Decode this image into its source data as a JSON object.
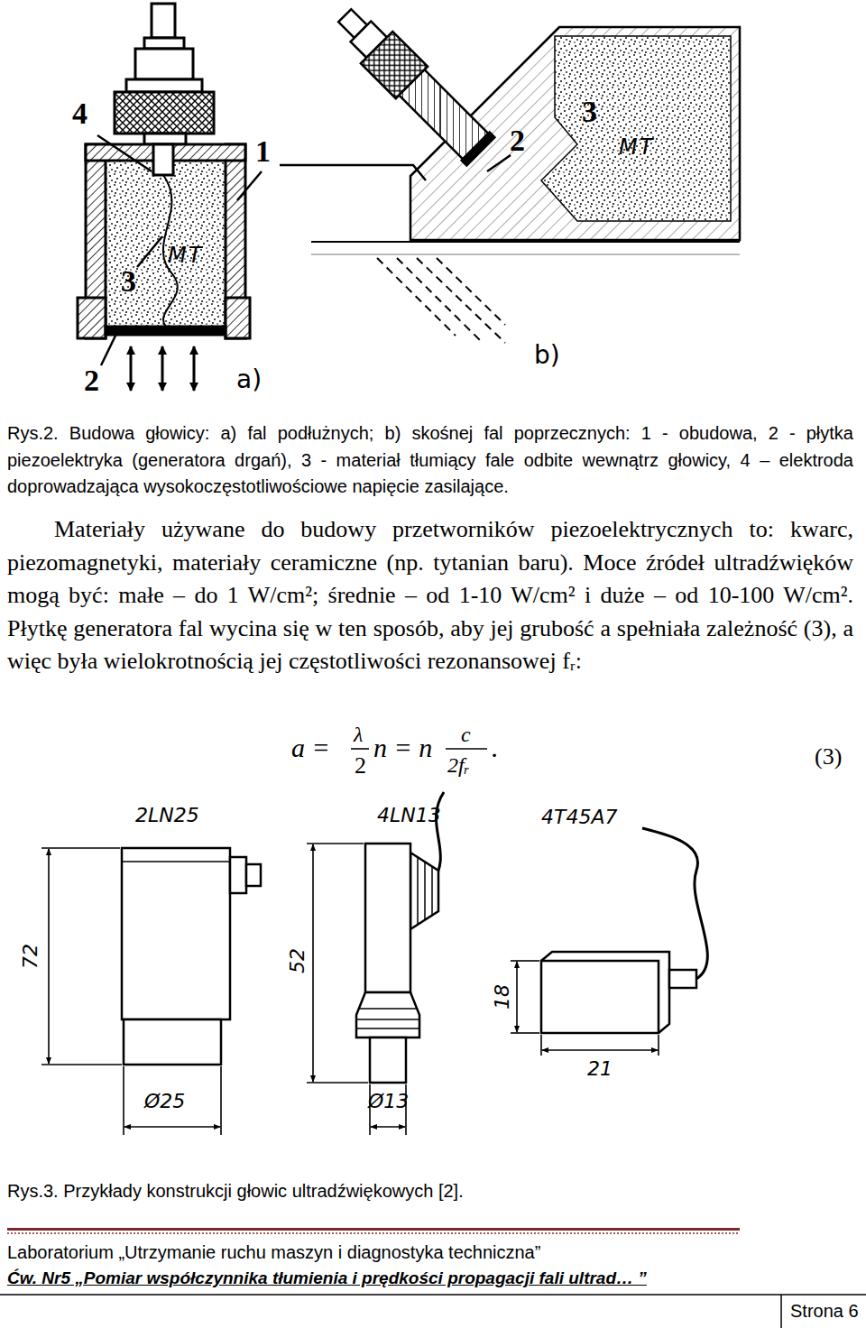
{
  "diagram": {
    "labels": [
      "4",
      "1",
      "3",
      "2",
      "MT",
      "MT",
      "3",
      "2",
      "a)",
      "b)",
      "Rys.2. Budowa głowicy: a) fal podłużnych; b) skośnej fal poprzecznych: 1 - obudowa, 2 - płytka piezoelektryka (generatora drgań), 3 - materiał tłumiący fale odbite wewnątrz głowicy, 4 – elektroda doprowadzająca wysokoczęstotliwościowe napięcie zasilające.",
      "Materiały używane do budowy przetworników piezoelektrycznych to: kwarc, piezomagnetyki, materiały ceramiczne (np. tytanian baru). Moce źródeł ultradźwięków mogą być: małe – do 1 W/cm²; średnie – od 1-10 W/cm² i duże – od 10-100 W/cm². Płytkę generatora fal wycina się w ten sposób, aby jej grubość a spełniała zależność (3), a więc była wielokrotnością jej częstotliwości rezonansowej fᵣ:",
      "a =",
      "λ",
      "2",
      "n = n",
      "c",
      "2fᵣ",
      ".",
      "(3)",
      "2LN25",
      "72",
      "Ø25",
      "4LN13",
      "52",
      "Ø13",
      "4T45A7",
      "18",
      "21",
      "Rys.3. Przykłady konstrukcji głowic ultradźwiękowych [2].",
      "Laboratorium „Utrzymanie ruchu maszyn i diagnostyka techniczna”",
      "Ćw. Nr5 „Pomiar współczynnika tłumienia i prędkości propagacji fali ultrad… ”",
      "Strona 6"
    ]
  }
}
